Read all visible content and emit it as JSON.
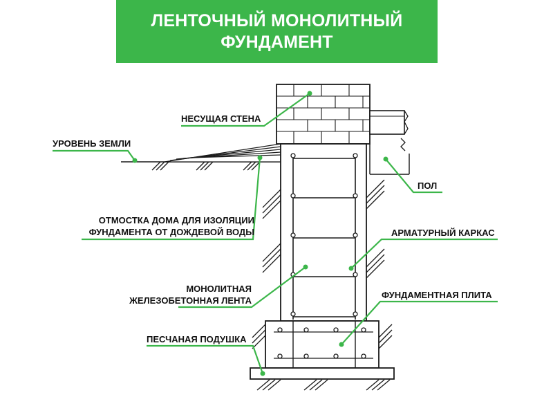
{
  "title": {
    "line1": "ЛЕНТОЧНЫЙ МОНОЛИТНЫЙ",
    "line2": "ФУНДАМЕНТ"
  },
  "labels": {
    "wall": "НЕСУЩАЯ СТЕНА",
    "ground": "УРОВЕНЬ ЗЕМЛИ",
    "floor": "ПОЛ",
    "blind_area_1": "ОТМОСТКА ДОМА ДЛЯ ИЗОЛЯЦИИ",
    "blind_area_2": "ФУНДАМЕНТА ОТ ДОЖДЕВОЙ ВОДЫ",
    "rebar": "АРМАТУРНЫЙ КАРКАС",
    "strip_1": "МОНОЛИТНАЯ",
    "strip_2": "ЖЕЛЕЗОБЕТОННАЯ ЛЕНТА",
    "slab": "ФУНДАМЕНТНАЯ ПЛИТА",
    "sand": "ПЕСЧАНАЯ ПОДУШКА"
  },
  "colors": {
    "accent": "#3cb64a",
    "line": "#1a1a1a"
  }
}
